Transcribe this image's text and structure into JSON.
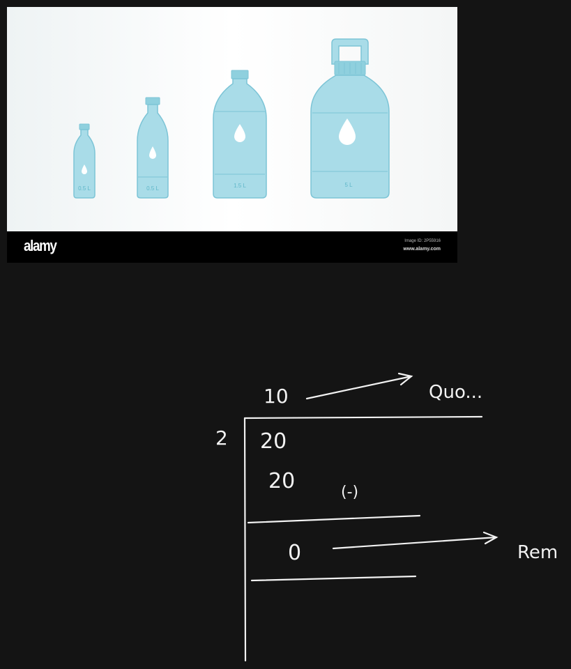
{
  "stock_image": {
    "brand": "alamy",
    "image_id": "Image ID: 2P55916",
    "site_url": "www.alamy.com",
    "bottle_labels": [
      "0.5 L",
      "0.5 L",
      "1.5 L",
      "5 L"
    ],
    "bottle_color": "#a9dce8",
    "bottle_outline": "#7cc4d6"
  },
  "whiteboard": {
    "quotient_value": "10",
    "quotient_label": "Quo...",
    "divisor": "2",
    "dividend": "20",
    "subtracted": "20",
    "minus_sign": "(-)",
    "remainder_value": "0",
    "remainder_label": "Rem",
    "ink_color": "#f2f2f2",
    "background": "#141414"
  }
}
